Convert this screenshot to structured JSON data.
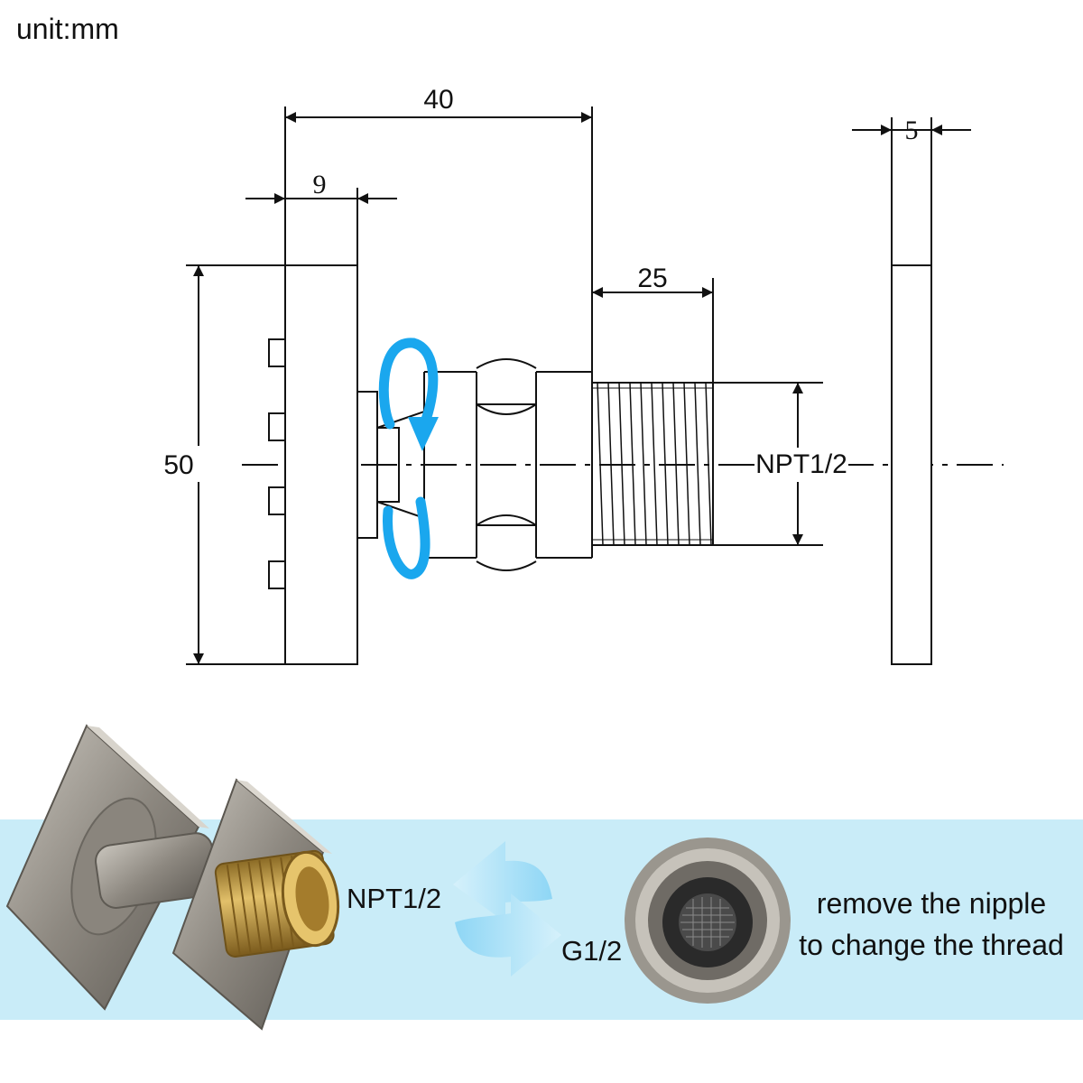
{
  "unit_label": "unit:mm",
  "dimensions": {
    "overall_depth": "40",
    "flange_thickness": "9",
    "nipple_length": "25",
    "cover_thickness": "5",
    "flange_height": "50",
    "thread_spec": "NPT1/2"
  },
  "conversion": {
    "from_thread": "NPT1/2",
    "to_thread": "G1/2",
    "note_line1": "remove the nipple",
    "note_line2": "to change the thread"
  },
  "colors": {
    "rotation_arrow": "#1aa7ee",
    "band_background": "#c9ecf8",
    "swap_arrow": "#8ed6f5",
    "brass": "#c9a24a",
    "brushed_nickel": "#9a958d"
  },
  "icons": [
    "rotate-arrow-icon",
    "swap-arrows-icon"
  ]
}
